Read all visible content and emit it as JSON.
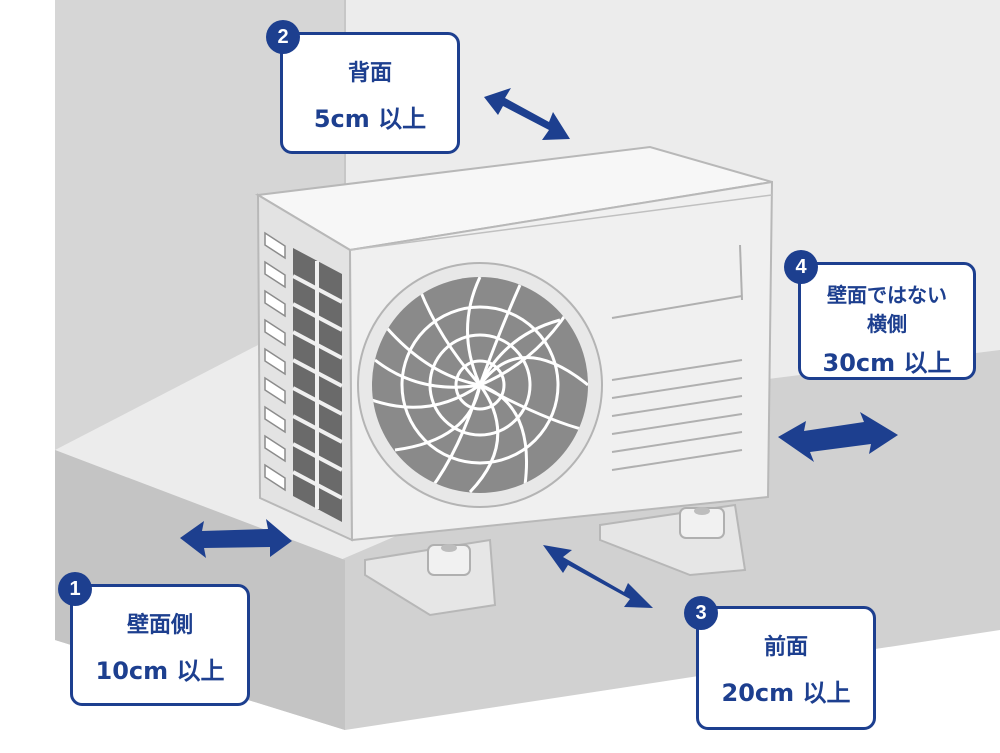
{
  "colors": {
    "accent": "#1d3f8f",
    "wall": "#dcdcdc",
    "floor": "#d2d2d2",
    "unit_body": "#efefef",
    "fan_grille": "#8a8a8a"
  },
  "callouts": [
    {
      "number": "1",
      "title": "壁面側",
      "value": "10cm 以上",
      "arrow": "double-arrow-icon"
    },
    {
      "number": "2",
      "title": "背面",
      "value": "5cm 以上",
      "arrow": "double-arrow-icon"
    },
    {
      "number": "3",
      "title": "前面",
      "value": "20cm 以上",
      "arrow": "double-arrow-icon"
    },
    {
      "number": "4",
      "title_line1": "壁面ではない",
      "title_line2": "横側",
      "value": "30cm 以上",
      "arrow": "double-arrow-icon"
    }
  ]
}
